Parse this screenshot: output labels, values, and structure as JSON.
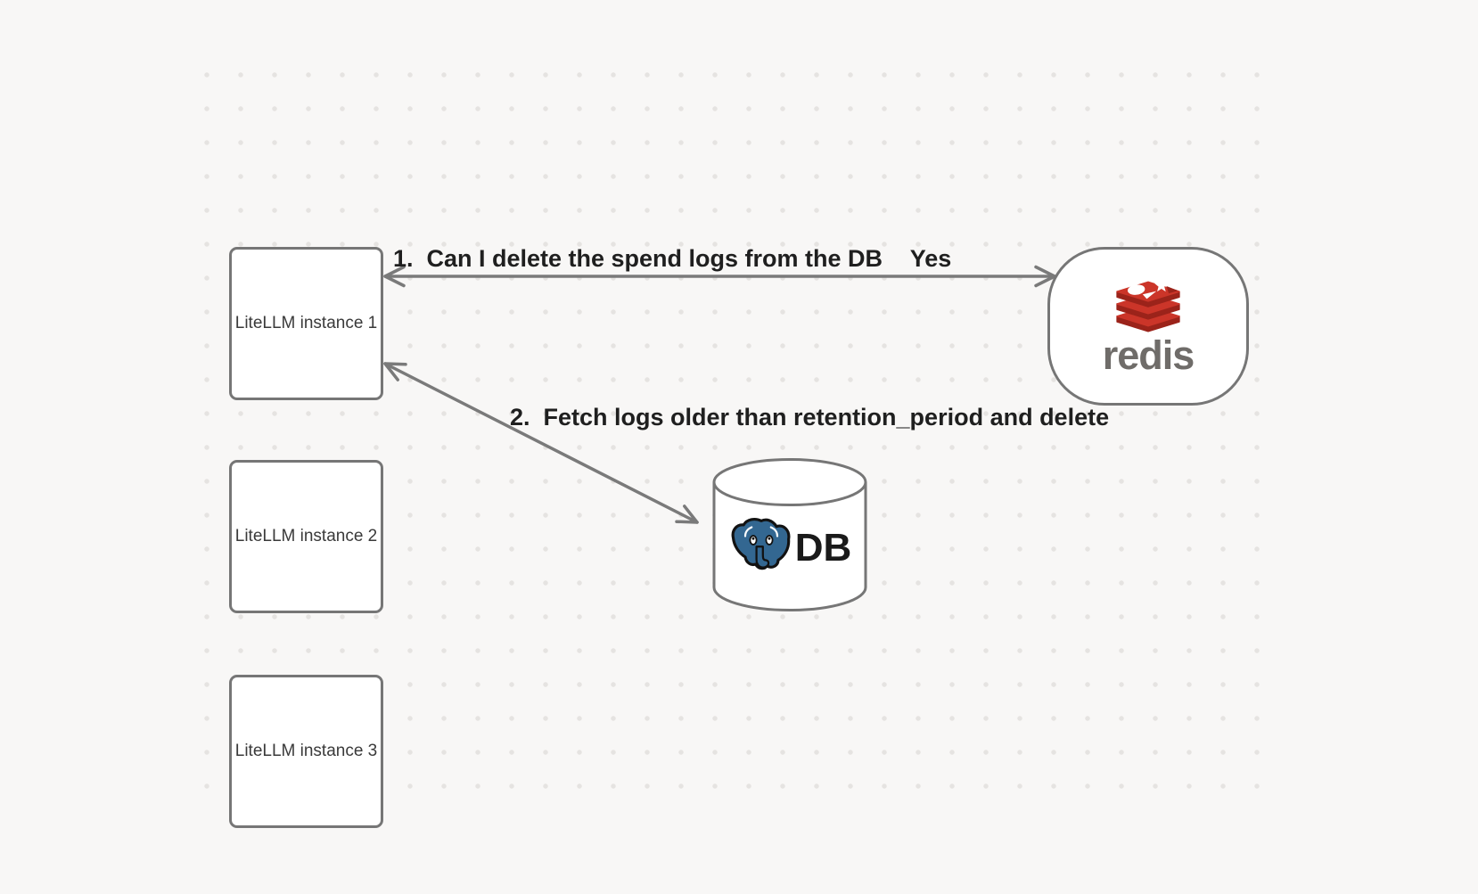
{
  "colors": {
    "background": "#f8f7f6",
    "dot": "#e5e3e1",
    "node-fill": "#ffffff",
    "stroke-gray": "#767676",
    "arrow-gray": "#7a7a7a",
    "label-dark": "#1f1f1f",
    "node-text": "#3a3a3a",
    "redis-red": "#cb3529",
    "redis-dark-red": "#9b231a",
    "redis-wordmark-gray": "#6f6c69",
    "postgres-blue": "#336791",
    "db-text": "#1a1a1a"
  },
  "nodes": {
    "litellm_instances": [
      {
        "label": "LiteLLM instance 1"
      },
      {
        "label": "LiteLLM instance 2"
      },
      {
        "label": "LiteLLM instance 3"
      }
    ],
    "redis": {
      "wordmark": "redis"
    },
    "database": {
      "label": "DB"
    }
  },
  "arrows": {
    "redis_question": {
      "label": "1.  Can I delete the spend logs from the DB",
      "response": "Yes"
    },
    "db_fetch": {
      "label": "2.  Fetch logs older than retention_period and delete"
    }
  }
}
